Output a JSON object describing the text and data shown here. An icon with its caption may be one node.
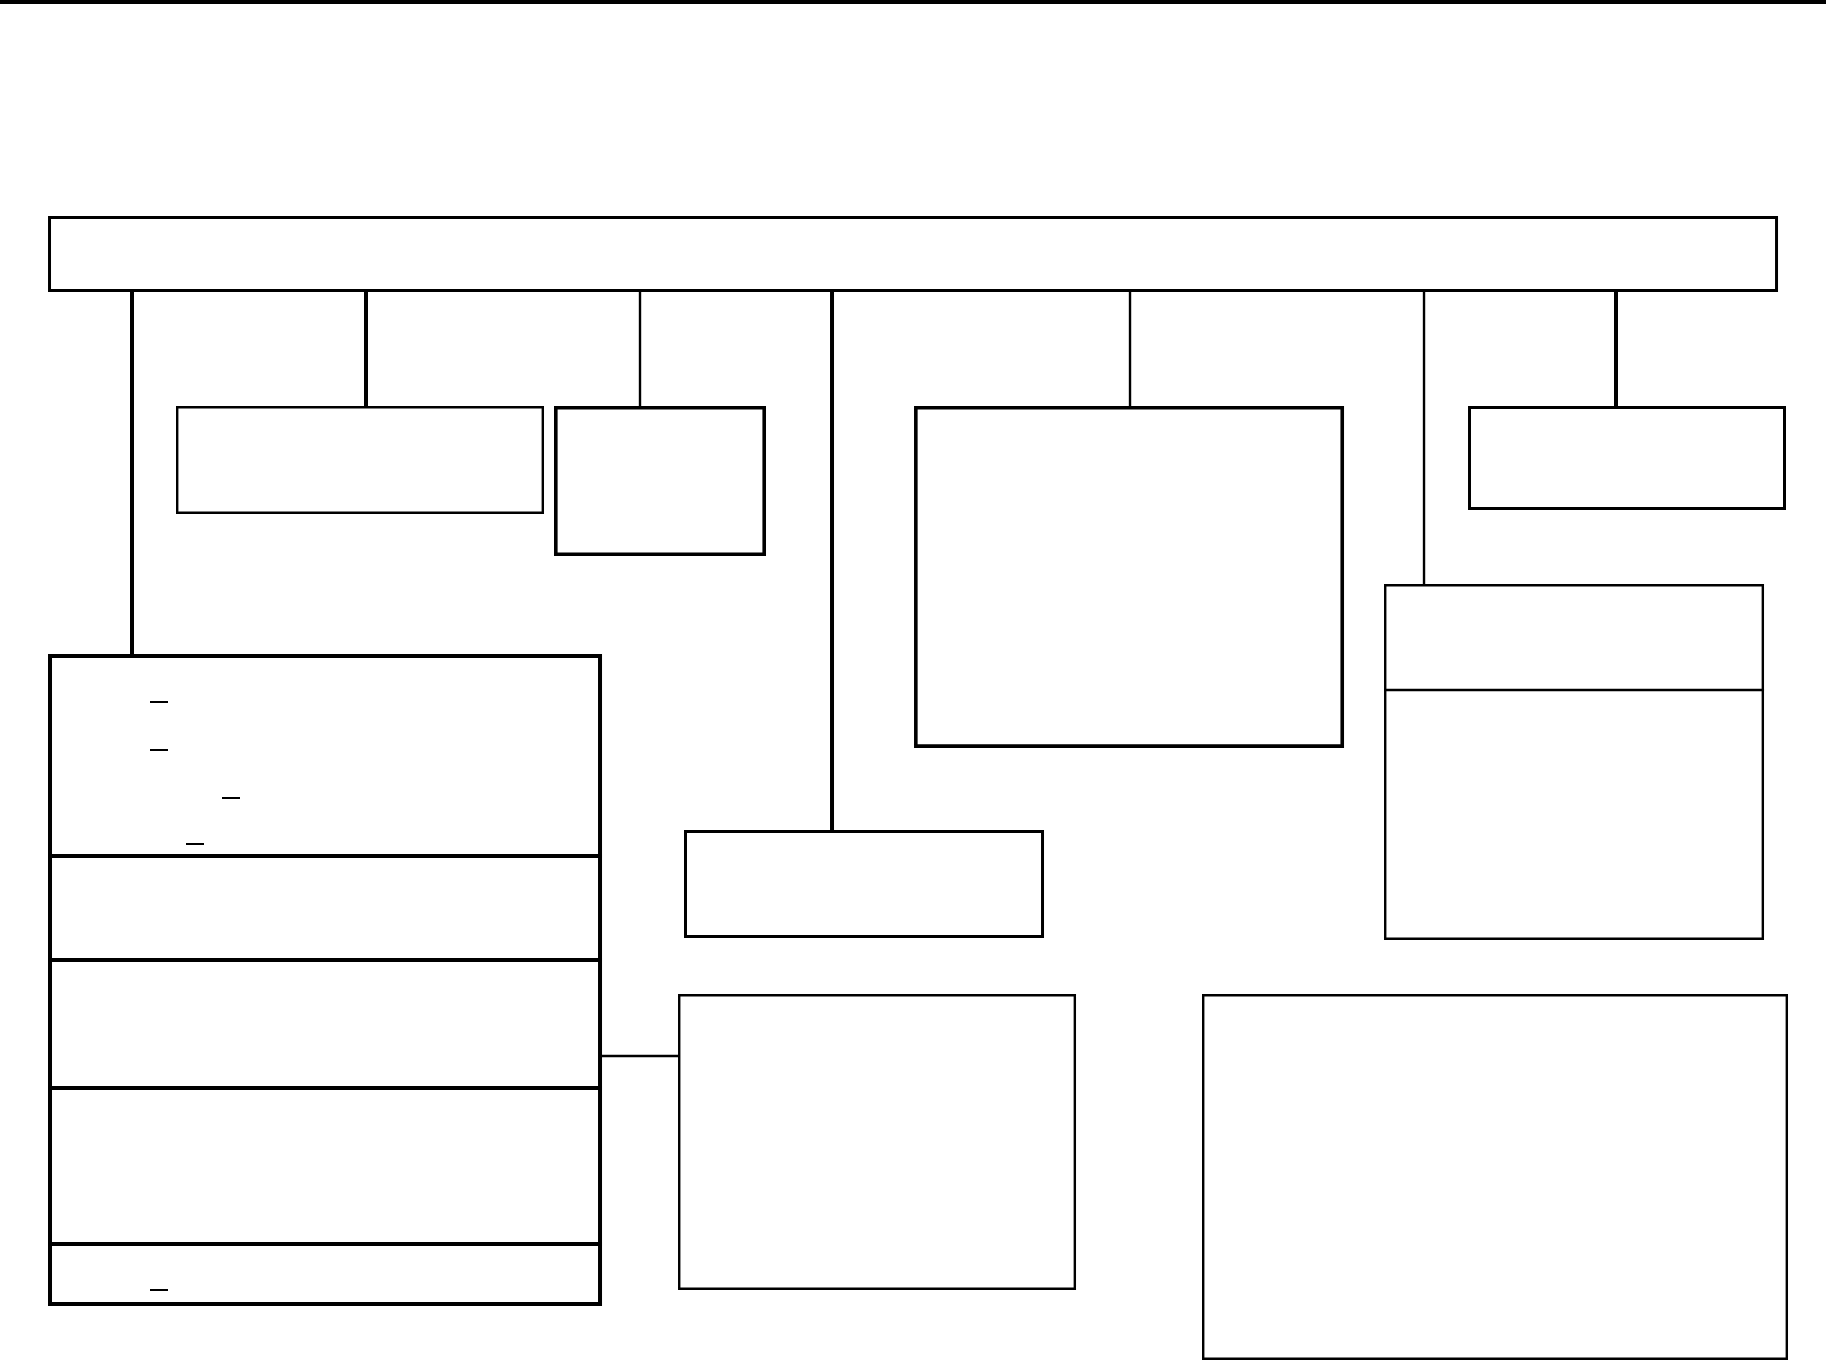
{
  "diagram": {
    "nodes": [
      {
        "text": [],
        "shape": "box"
      },
      {
        "text": [],
        "shape": "box"
      },
      {
        "text": [],
        "shape": "box"
      },
      {
        "text": [],
        "shape": "box"
      },
      {
        "text": [],
        "shape": "box"
      },
      {
        "text": [],
        "shape": "box"
      },
      {
        "text": [],
        "shape": "box"
      },
      {
        "text": [],
        "shape": "box"
      },
      {
        "text": [],
        "shape": "box"
      },
      {
        "text": [],
        "shape": "box"
      }
    ],
    "edges": [
      {
        "from": 0,
        "to": 1,
        "arrow": "none"
      },
      {
        "from": 0,
        "to": 2,
        "arrow": "none"
      },
      {
        "from": 0,
        "to": 3,
        "arrow": "none"
      },
      {
        "from": 0,
        "to": 4,
        "arrow": "none"
      },
      {
        "from": 0,
        "to": 5,
        "arrow": "none"
      },
      {
        "from": 0,
        "to": 6,
        "arrow": "none"
      },
      {
        "from": 0,
        "to": 7,
        "arrow": "none"
      },
      {
        "from": 1,
        "to": 8,
        "arrow": "none"
      }
    ]
  }
}
